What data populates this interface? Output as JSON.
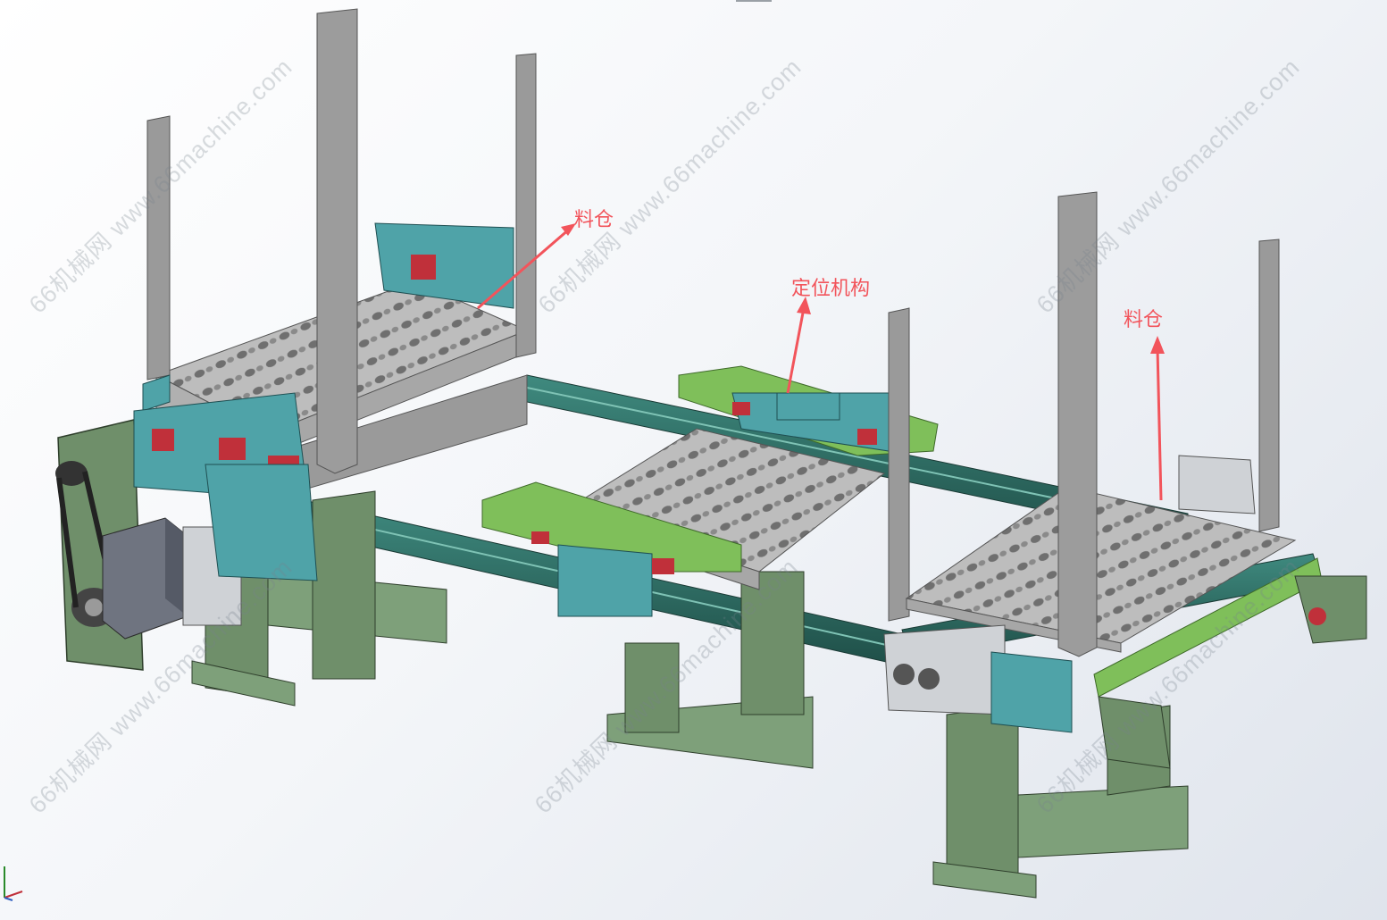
{
  "annotations": {
    "left_bin": "料仓",
    "positioning": "定位机构",
    "right_bin": "料仓"
  },
  "watermarks": [
    "66机械网 www.66machine.com",
    "66机械网 www.66machine.com",
    "66机械网 www.66machine.com",
    "66机械网 www.66machine.com",
    "66机械网 www.66machine.com",
    "66机械网 www.66machine.com"
  ],
  "colors": {
    "annotation": "#f2545b",
    "frame_green": "#6f8f6a",
    "plate_green": "#7fbf5a",
    "teal_block": "#4fa3a8",
    "rail_teal": "#2f6b63",
    "steel": "#9a9a9a",
    "tray": "#b9b9b9",
    "red_part": "#c0303a"
  }
}
